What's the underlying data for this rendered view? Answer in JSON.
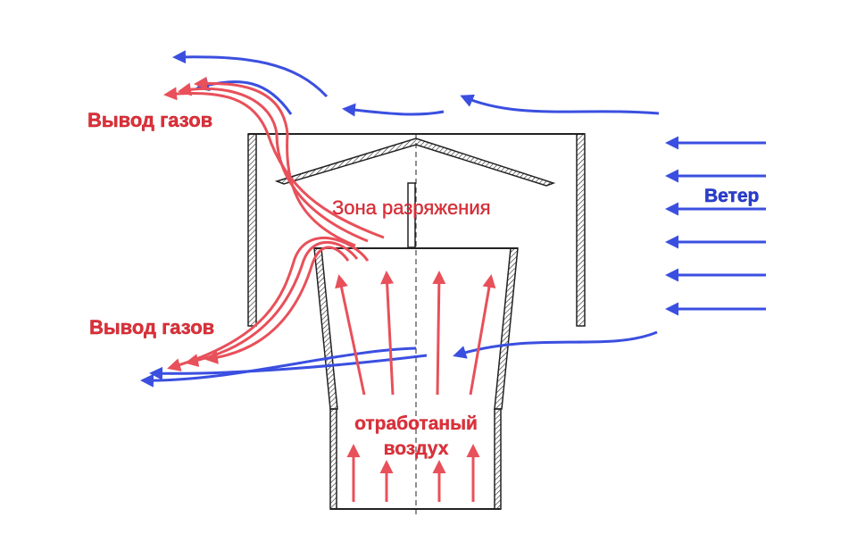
{
  "labels": {
    "exhaust_top": "Вывод газов",
    "exhaust_bottom": "Вывод газов",
    "vacuum_zone": "Зона разряжения",
    "wind": "Ветер",
    "exhaust_air_line1": "отработаный",
    "exhaust_air_line2": "воздух"
  },
  "colors": {
    "gas": "#e8505a",
    "gas_text": "#e0303a",
    "wind": "#3a4fe0",
    "outline": "#222222",
    "wind_text": "#2b3fd6"
  }
}
